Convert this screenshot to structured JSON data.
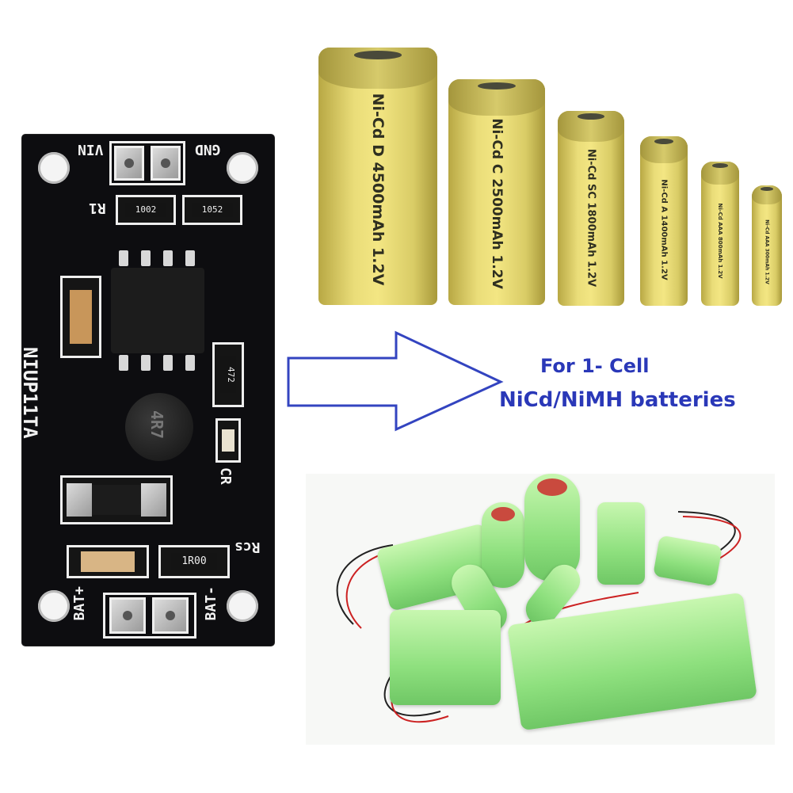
{
  "pcb": {
    "board_name": "NIUP11TA",
    "labels": {
      "vin": "VIN",
      "gnd": "GND",
      "r1": "R1",
      "cr": "CR",
      "rcs": "Rcs",
      "bat_plus": "BAT+",
      "bat_minus": "BAT-"
    },
    "resistor_codes": {
      "r1a": "1002",
      "r1b": "1052",
      "cr": "472",
      "rcs": "1R00"
    },
    "inductor_code": "4R7"
  },
  "batteries": [
    {
      "label": "Ni-Cd D 4500mAh 1.2V"
    },
    {
      "label": "Ni-Cd C 2500mAh 1.2V"
    },
    {
      "label": "Ni-Cd SC 1800mAh 1.2V"
    },
    {
      "label": "Ni-Cd A 1400mAh 1.2V"
    },
    {
      "label": "Ni-Cd AAA 800mAh 1.2V"
    },
    {
      "label": "Ni-Cd AAA 300mAh 1.2V"
    }
  ],
  "caption": {
    "line1": "For 1- Cell",
    "line2": "NiCd/NiMH batteries",
    "color": "#2a38b8"
  },
  "arrow_color": "#3344c0"
}
